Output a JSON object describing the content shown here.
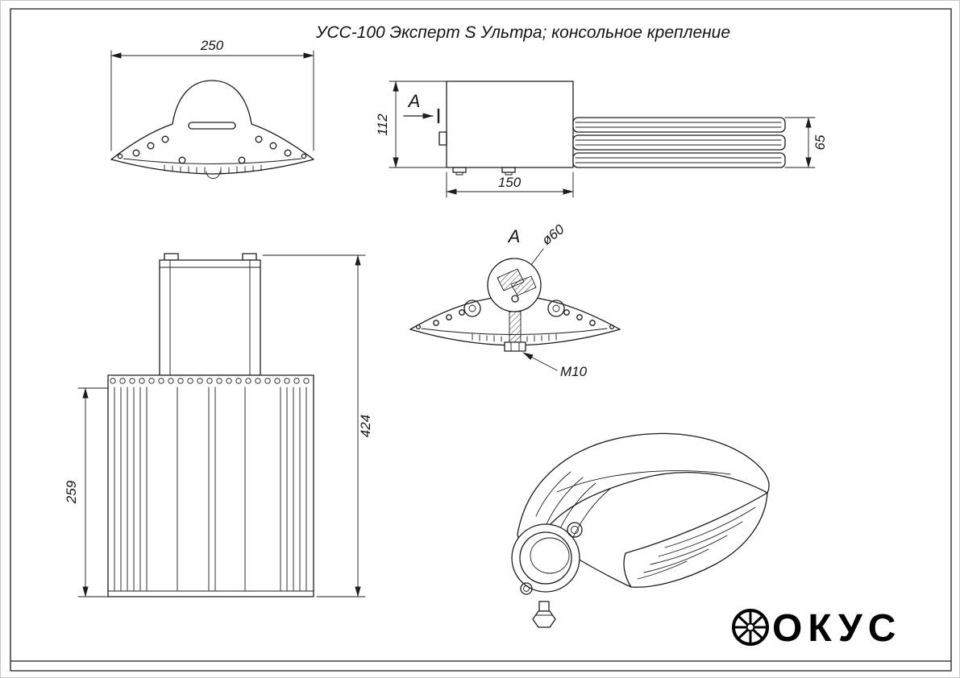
{
  "title": "УСС-100 Эксперт S Ультра; консольное крепление",
  "dimensions": {
    "front_width": "250",
    "side_height": "112",
    "side_length": "150",
    "radiator_height": "65",
    "total_height": "424",
    "body_height": "259",
    "tube_diameter": "ø60",
    "bolt_thread": "М10"
  },
  "labels": {
    "section": "А"
  },
  "logo": {
    "text": "ОКУС"
  },
  "colors": {
    "line": "#1c1c1c",
    "paper": "#ffffff"
  }
}
